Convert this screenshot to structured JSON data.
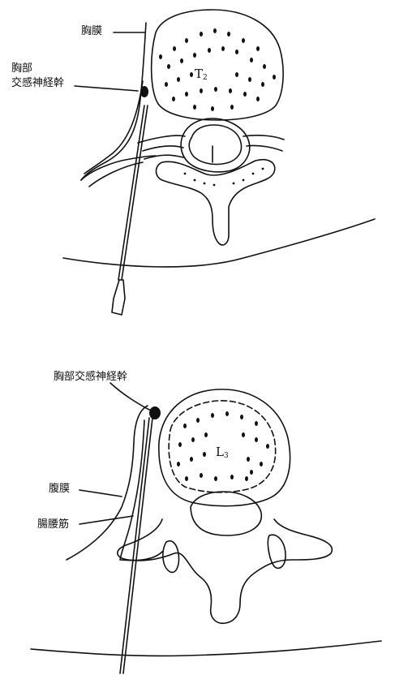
{
  "figure_top": {
    "label_pleura": "胸膜",
    "label_trunk_line1": "胸部",
    "label_trunk_line2": "交感神経幹",
    "vertebra_letter": "T",
    "vertebra_num": "2"
  },
  "figure_bottom": {
    "label_trunk": "胸部交感神経幹",
    "label_peritoneum": "腹膜",
    "label_psoas": "腸腰筋",
    "vertebra_letter": "L",
    "vertebra_num": "3"
  }
}
